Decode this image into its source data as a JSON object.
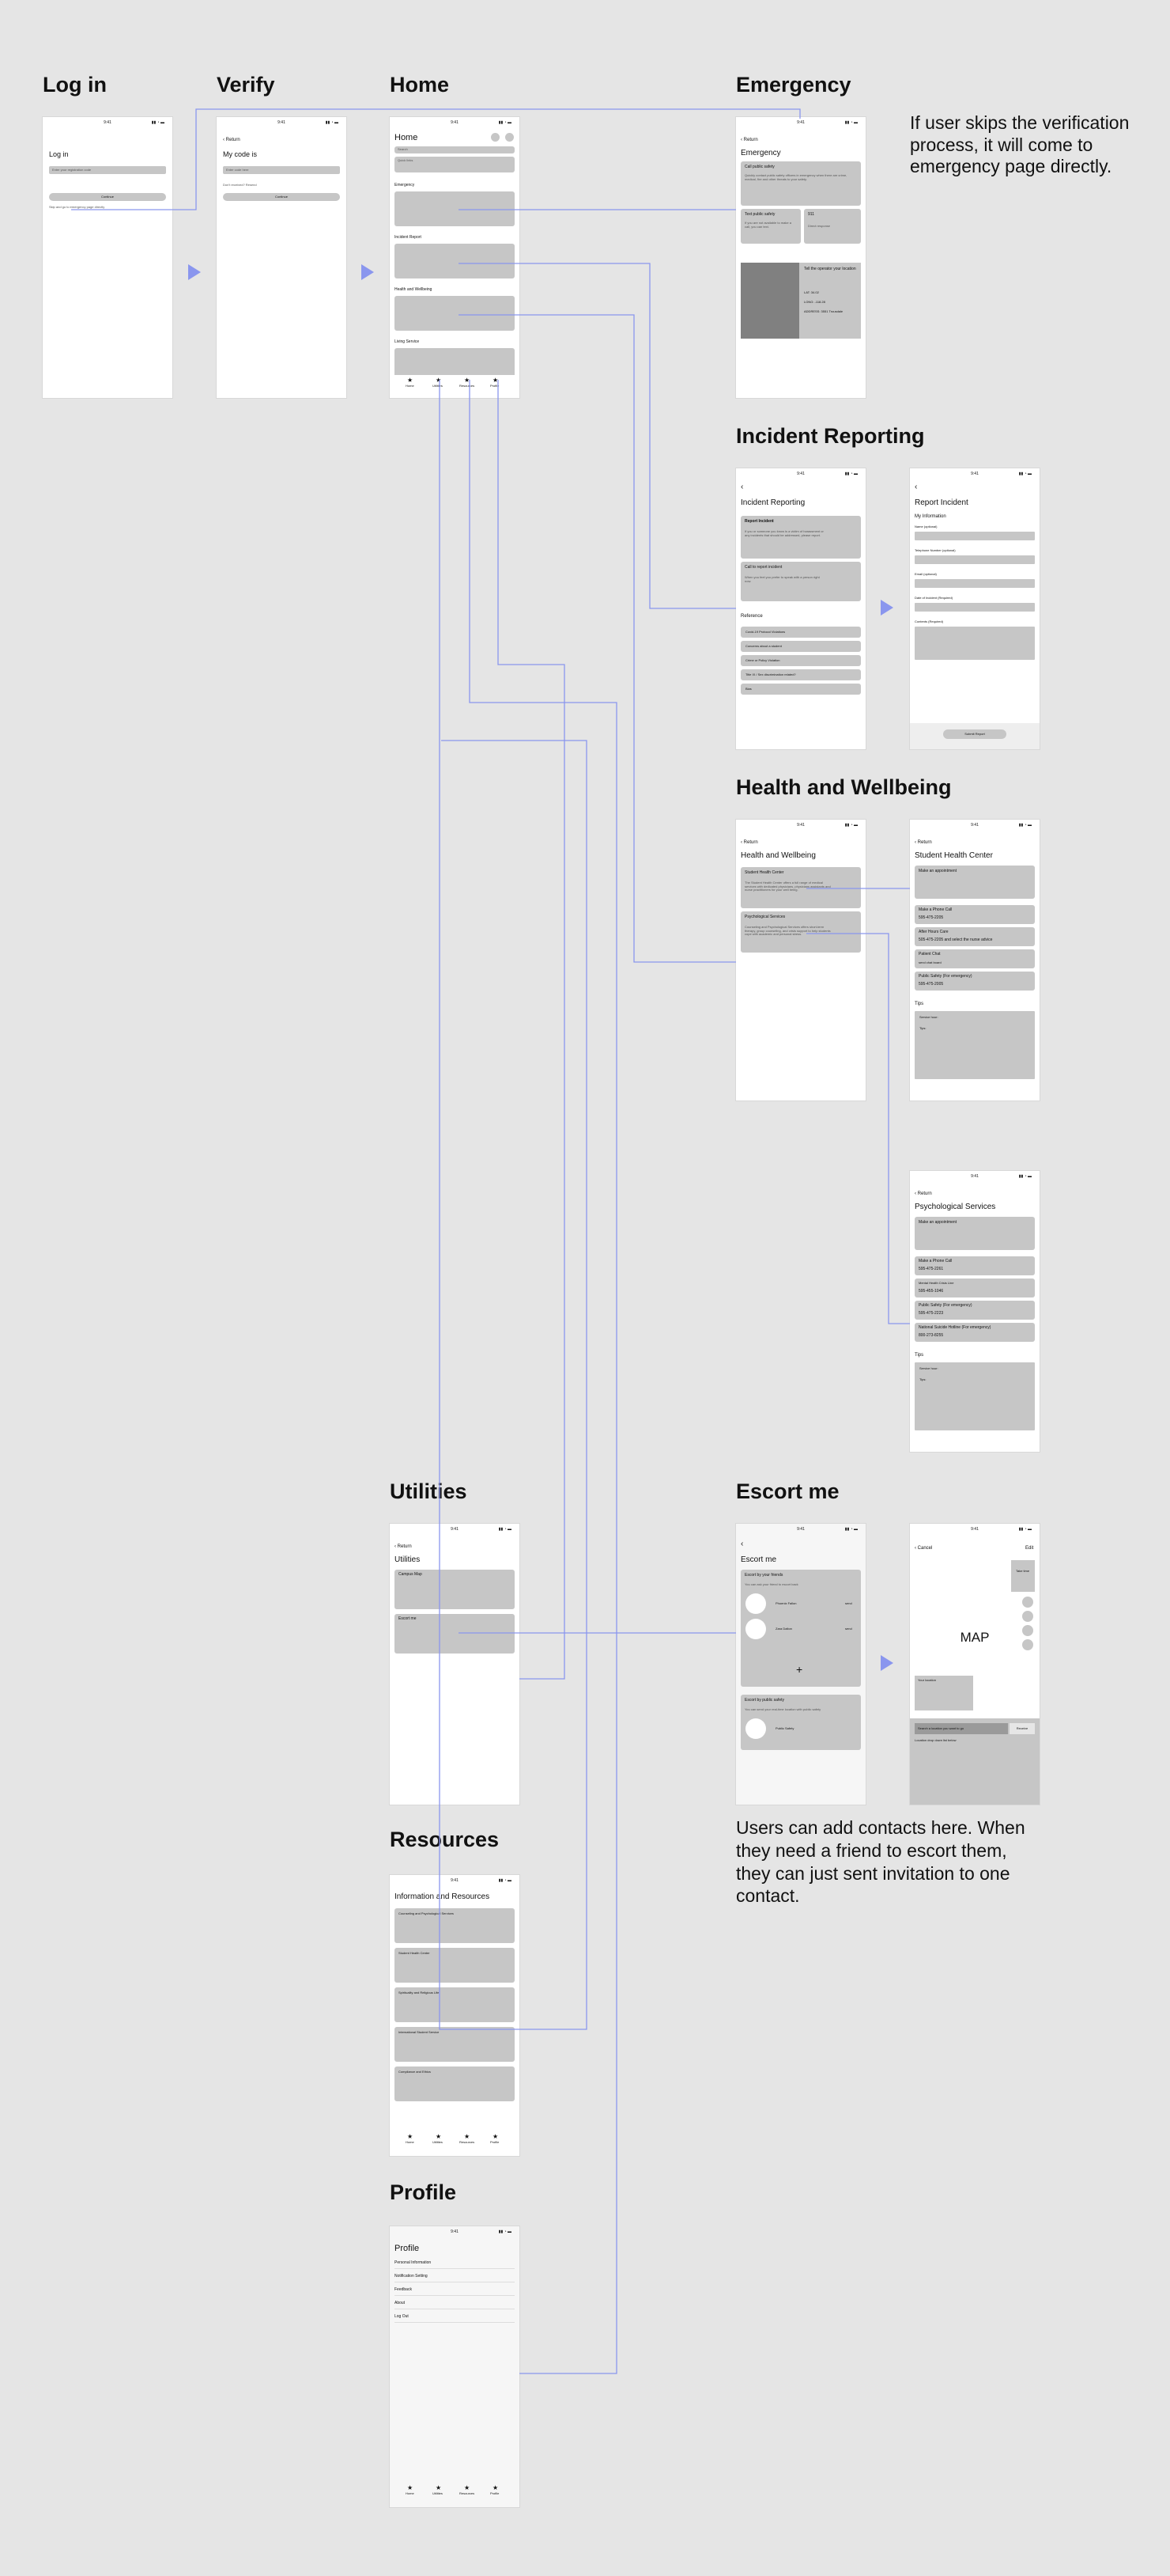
{
  "sections": {
    "login": "Log in",
    "verify": "Verify",
    "home": "Home",
    "emergency": "Emergency",
    "incident": "Incident Reporting",
    "health": "Health and Wellbeing",
    "utilities": "Utilities",
    "escort": "Escort me",
    "resources": "Resources",
    "profile": "Profile"
  },
  "notes": {
    "emergency_skip": "If user skips the verification process, it will come to emergency page directly.",
    "escort_contacts": "Users can add contacts here. When they need a friend to escort them, they can just sent invitation to one contact."
  },
  "status": {
    "time": "9:41",
    "icons": "▮▮ ◔ ▬"
  },
  "common": {
    "return": "Return",
    "back_glyph": "‹",
    "star": "★",
    "plus": "+"
  },
  "login": {
    "title": "Log in",
    "input": "Enter your registration code",
    "button": "Continue",
    "skip": "Skip and go to emergency page directly"
  },
  "verify": {
    "title": "My code is",
    "input": "Enter code here",
    "forgot": "Don't received? Resend",
    "button": "Continue"
  },
  "home": {
    "title": "Home",
    "search": "Search",
    "search2": "Quick links",
    "sections": [
      "Emergency",
      "Incident Report",
      "Health and Wellbeing",
      "Living Service"
    ],
    "nav": [
      "Home",
      "Utilities",
      "Resources",
      "Profile"
    ]
  },
  "emergency": {
    "title": "Emergency",
    "call_title": "Call public safety",
    "call_desc": "Quickly contact public safety officers in emergency when there are crime, medical, fire and other threats to your safety.",
    "text_title": "Text public safety",
    "text_desc": "If you are not available to make a call, you can text.",
    "c911_title": "911",
    "c911_desc": "Direct response",
    "tell_title": "Tell the operator your location",
    "coords": [
      "LAT: 34.02",
      "LONG: -118.28",
      "ADDRESS: 3551 Trousdale"
    ]
  },
  "incident": {
    "title": "Incident Reporting",
    "report_title": "Report Incident",
    "report_desc": "If you or someone you know is a victim of harassment or any incidents that should be addressed, please report.",
    "call_title": "Call to report incident",
    "call_desc": "When you feel you prefer to speak with a person right now.",
    "ref_title": "Reference",
    "refs": [
      "Covid-19 Protocol Violations",
      "Concerns about a student",
      "Crime or Policy Violation",
      "Title IX / Sex discrimination related?",
      "Bias"
    ]
  },
  "report_form": {
    "title": "Report Incident",
    "sub": "My Information",
    "fields": [
      "Name (optional)",
      "Telephone Number (optional)",
      "Email (optional)",
      "Date of Incident (Required)",
      "Contents (Required)"
    ],
    "submit": "Submit Report"
  },
  "health": {
    "title": "Health and Wellbeing",
    "cards": [
      {
        "title": "Student Health Center",
        "desc": "The Student Health Center offers a full range of medical services with dedicated physicians, physicians assistants and nurse practitioners for your well being."
      },
      {
        "title": "Psychological Services",
        "desc": "Counseling and Psychological Services offers short-term therapy, group counseling, and crisis support to help students cope with academic and personal stress."
      }
    ]
  },
  "shc": {
    "title": "Student Health Center",
    "appt": "Make an appointment",
    "items": [
      {
        "title": "Make a Phone Call",
        "value": "595-475-2205"
      },
      {
        "title": "After Hours Care",
        "value": "505-475-2205 and select the nurse advice"
      },
      {
        "title": "Patient Chat",
        "value": "send chat board"
      },
      {
        "title": "Public Safety (For emergency)",
        "value": "595-475-2005"
      }
    ],
    "tips": "Tips",
    "tips_lines": [
      "Service hour:",
      "Tips:"
    ]
  },
  "psy": {
    "title": "Psychological Services",
    "appt": "Make an appointment",
    "items": [
      {
        "title": "Make a Phone Call",
        "value": "595-475-2261"
      },
      {
        "title": "Mental Health Crisis Line",
        "value": "595-455-1046"
      },
      {
        "title": "Public Safety (For emergency)",
        "value": "595-475-2223"
      },
      {
        "title": "National Suicide Hotline (For emergency)",
        "value": "800-273-8255"
      }
    ],
    "tips": "Tips",
    "tips_lines": [
      "Service hour:",
      "Tips:"
    ]
  },
  "utilities": {
    "title": "Utilities",
    "items": [
      "Campus Map",
      "Escort me"
    ]
  },
  "escort": {
    "title": "Escort me",
    "friends_title": "Escort by your friends",
    "friends_desc": "You can ask your friend to escort back",
    "contacts": [
      {
        "name": "Phoenix Fallon",
        "action": "send"
      },
      {
        "name": "Zara Dalton",
        "action": "send"
      }
    ],
    "ps_title": "Escort by public safety",
    "ps_desc": "You can send your real-time location with public safety",
    "ps_name": "Public Safety"
  },
  "map": {
    "cancel": "Cancel",
    "edit": "Edit",
    "map": "MAP",
    "take_time": "Take time",
    "your_location": "Your location",
    "search": "Search a location you want to go",
    "receive": "Receive",
    "hint": "Location drop down list below"
  },
  "resources": {
    "title": "Information and Resources",
    "items": [
      "Counseling and Psychological Services",
      "Student Health Center",
      "Spirituality and Religious Life",
      "International Student Service",
      "Compliance and Ethics"
    ]
  },
  "profile": {
    "title": "Profile",
    "items": [
      "Personal Information",
      "Notification Setting",
      "Feedback",
      "About",
      "Log Out"
    ]
  }
}
